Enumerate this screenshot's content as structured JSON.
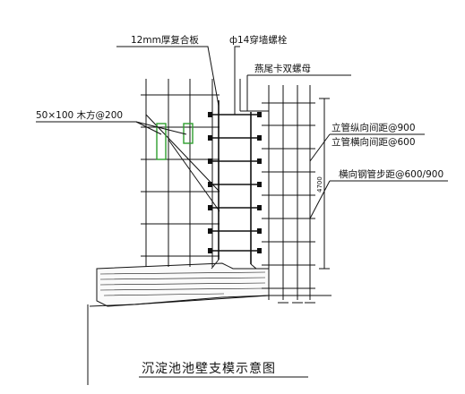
{
  "diagram": {
    "title": "沉淀池池壁支模示意图",
    "labels": {
      "plywood": "12mm厚复合板",
      "bolt": "ф14穿墙螺栓",
      "nut": "燕尾卡双螺母",
      "timber": "50×100 木方@200",
      "pole_long": "立管纵向间距@900",
      "pole_trans": "立管横向间距@600",
      "pipe_step": "横向钢管步距@600/900",
      "dim": "4700"
    },
    "colors": {
      "line": "#111111",
      "timber": "#2e9e2e"
    }
  }
}
